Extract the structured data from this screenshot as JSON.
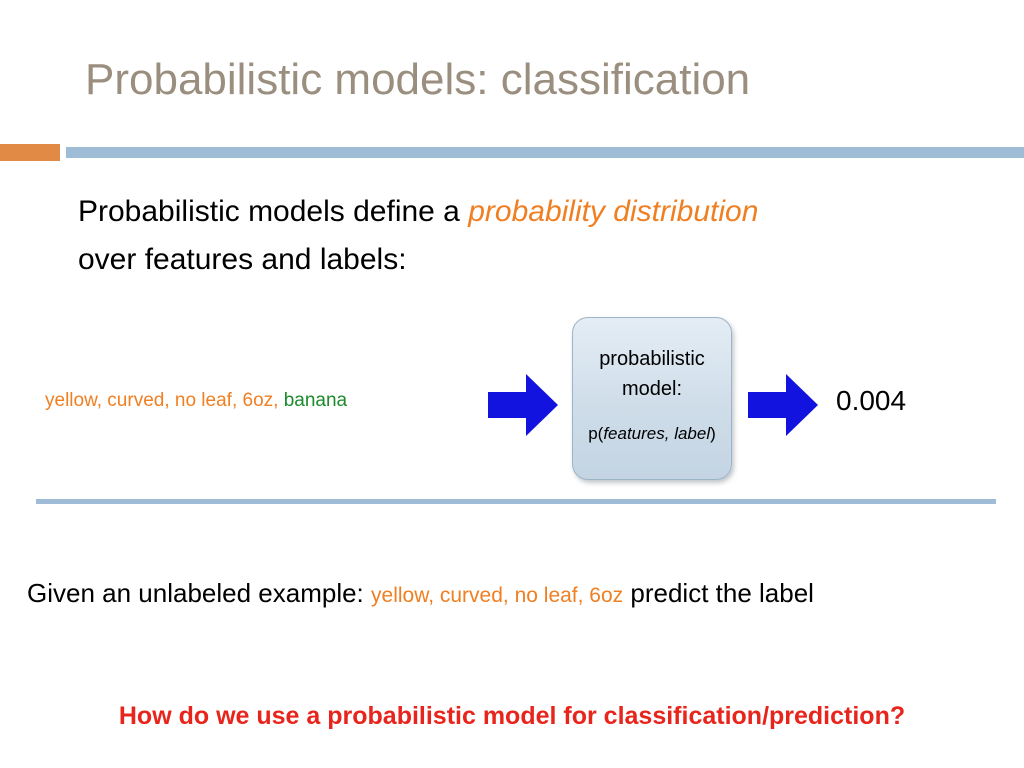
{
  "slide": {
    "title": "Probabilistic models: classification",
    "body": {
      "part1": "Probabilistic models define a ",
      "emphasis": "probability distribution",
      "part2": "over features and labels:"
    },
    "diagram": {
      "input_features": "yellow, curved, no leaf, 6oz, ",
      "input_label": "banana",
      "model_line1": "probabilistic",
      "model_line2": "model:",
      "model_formula_prefix": "p(",
      "model_formula_italic": "features, label",
      "model_formula_suffix": ")",
      "output": "0.004",
      "arrow_1_name": "right-arrow-icon",
      "arrow_2_name": "right-arrow-icon"
    },
    "prediction": {
      "prefix": "Given an unlabeled example: ",
      "features": "yellow, curved, no leaf, 6oz",
      "suffix": "  predict the label"
    },
    "question": "How do we use a probabilistic model for classification/prediction?",
    "colors": {
      "title": "#9a8e7e",
      "accent_orange": "#e08a45",
      "accent_blue": "#9fbcd6",
      "feature_orange": "#f07f22",
      "label_green": "#1a8a2b",
      "question_red": "#e8251c",
      "arrow_blue": "#1313e0"
    }
  }
}
